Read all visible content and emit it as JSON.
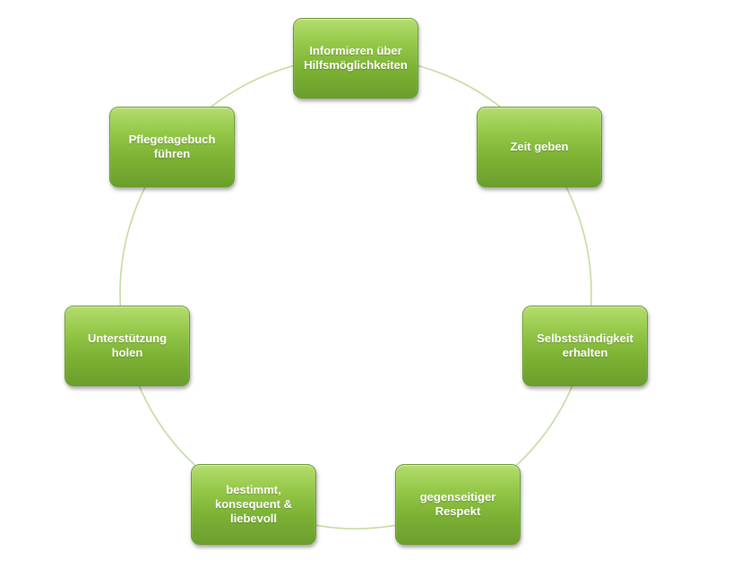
{
  "diagram": {
    "type": "cycle",
    "line_color": "#c5dba2",
    "box_color": "#7fb436",
    "text_color": "#ffffff",
    "nodes": [
      {
        "label": "Informieren über\nHilfsmöglichkeiten"
      },
      {
        "label": "Zeit geben"
      },
      {
        "label": "Selbstständigkeit\nerhalten"
      },
      {
        "label": "gegenseitiger\nRespekt"
      },
      {
        "label": "bestimmt,\nkonsequent &\nliebevoll"
      },
      {
        "label": "Unterstützung\nholen"
      },
      {
        "label": "Pflegetagebuch\nführen"
      }
    ]
  }
}
